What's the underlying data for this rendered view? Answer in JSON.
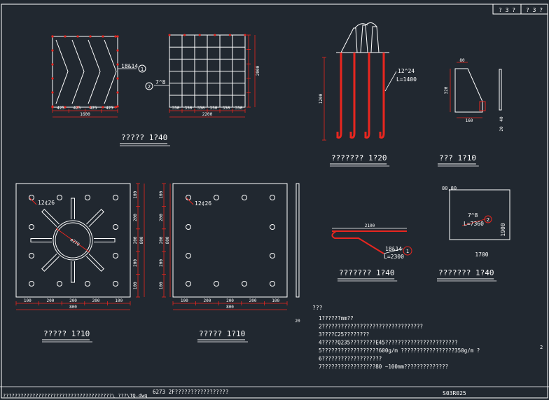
{
  "title_block": {
    "cell1": "? 3 ?",
    "cell2": "? 3 ?"
  },
  "views": {
    "top_left": {
      "title": "????? 1?40",
      "rebar1": "18&14",
      "rebar1_no": "1",
      "rebar2": "7^8",
      "rebar2_no": "2",
      "dims_left": [
        "425",
        "425",
        "425",
        "425"
      ],
      "total_left": "1600",
      "dims_right": [
        "350",
        "350",
        "350",
        "350",
        "350",
        "350"
      ],
      "total_right": "2200",
      "side_dim": "2000"
    },
    "anchor_bolt": {
      "title": "??????? 1?20",
      "spec": "12^24",
      "length": "L=1400",
      "height_dim": "1200"
    },
    "side_section": {
      "title": "??? 1?10",
      "dim_top": "80",
      "dim_bottom": "160",
      "dim_left": "320",
      "dim_right_a": "40",
      "dim_right_b": "20"
    },
    "plate_left": {
      "title": "????? 1?10",
      "hole_label": "12¢26",
      "radius_label": "ø270",
      "dims_bottom": [
        "100",
        "200",
        "200",
        "200",
        "100"
      ],
      "total": "800",
      "dims_side": [
        "100",
        "200",
        "200",
        "200",
        "100"
      ],
      "side_total": "800"
    },
    "plate_right": {
      "title": "????? 1?10",
      "hole_label": "12¢26",
      "dims_bottom": [
        "100",
        "200",
        "200",
        "200",
        "100"
      ],
      "total": "800",
      "dims_side": [
        "100",
        "200",
        "200",
        "200",
        "100"
      ],
      "side_total": "800",
      "thickness": "20"
    },
    "bar_detail": {
      "title": "??????? 1?40",
      "top_dim": "2100",
      "spec": "18&14",
      "no": "1",
      "length": "L=2300"
    },
    "stirrup": {
      "title": "??????? 1?40",
      "corner": "80,80",
      "spec": "7^8",
      "no": "2",
      "length": "L=7360",
      "width": "1700",
      "height": "1900"
    }
  },
  "notes": {
    "heading": "???",
    "lines": [
      "1??????mm??",
      "2????????????????????????????????",
      "3????C25????????",
      "4?????Q235????????E45???????????????????????",
      "5??????????????????600g/m  ?????????????????350g/m  ?",
      "6???????????????????",
      "7?????????????????80 ~100mm??????????????"
    ]
  },
  "footer": {
    "left": "?????????????????????????????????????\\ ???\\TQ.dwg",
    "center": "6273 2F?????????????????",
    "code": "S03R025",
    "page": "2"
  },
  "colors": {
    "background": "#212830",
    "line": "#ffffff",
    "rebar": "#e8261f",
    "dim": "#e8261f"
  }
}
